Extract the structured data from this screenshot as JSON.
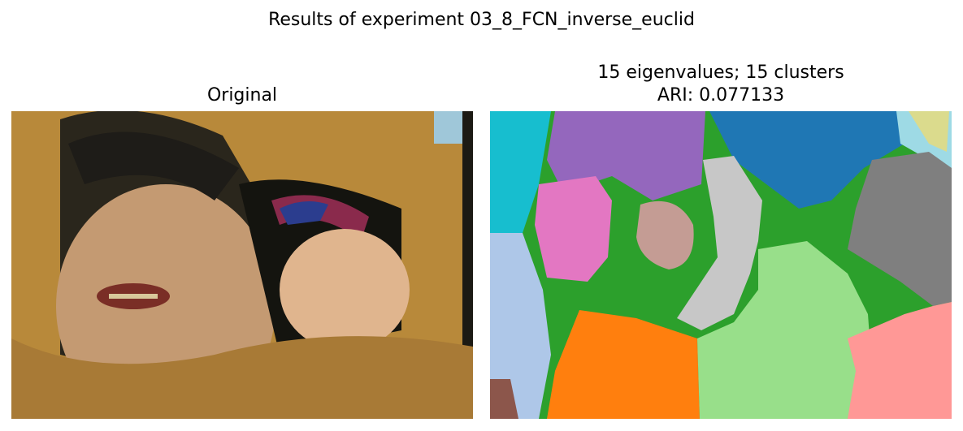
{
  "figure": {
    "suptitle": "Results of experiment 03_8_FCN_inverse_euclid"
  },
  "left_panel": {
    "title": "Original"
  },
  "right_panel": {
    "title_line1": "15 eigenvalues; 15 clusters",
    "title_line2": "ARI: 0.077133"
  },
  "colors": {
    "fur": "#b8893a",
    "sky": "#9fc7d9",
    "skin": "#c49a72",
    "baby_skin": "#e0b58e",
    "dark": "#14140f",
    "cyan_cluster": "#17becf",
    "purple_cluster": "#9467bd",
    "blue_cluster": "#1f77b4",
    "green_cluster": "#2ca02c",
    "pink_cluster": "#e377c2",
    "rosy_cluster": "#c49c94",
    "silver_cluster": "#c7c7c7",
    "gray_cluster": "#7f7f7f",
    "lightgreen_cluster": "#98df8a",
    "lightblue_cluster": "#aec7e8",
    "orange_cluster": "#ff7f0e",
    "salmon_cluster": "#ff9896",
    "brown_cluster": "#8c564b",
    "paleblue_cluster": "#9edae5",
    "khaki_cluster": "#dbdb8d"
  }
}
